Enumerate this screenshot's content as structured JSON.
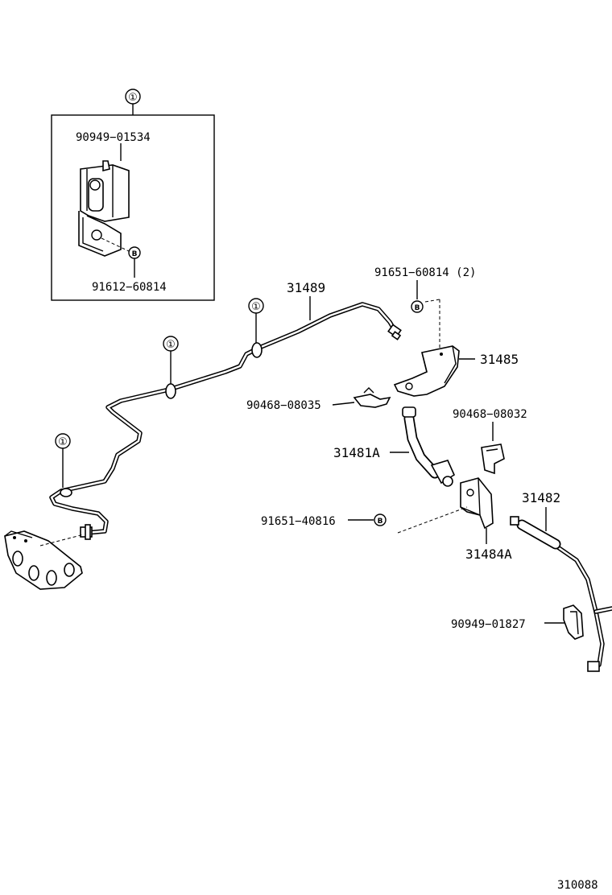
{
  "callouts": {
    "box": "①",
    "clamp_a": "①",
    "clamp_b": "①",
    "clamp_c": "①"
  },
  "labels": {
    "p_90949_01534": "90949−01534",
    "p_91612_60814": "91612−60814",
    "p_31489": "31489",
    "p_91651_60814": "91651−60814 (2)",
    "p_31485": "31485",
    "p_90468_08035": "90468−08035",
    "p_90468_08032": "90468−08032",
    "p_31481A": "31481A",
    "p_31482": "31482",
    "p_91651_40816": "91651−40816",
    "p_31484A": "31484A",
    "p_90949_01827": "90949−01827",
    "diagram_id": "310088"
  },
  "markers": {
    "b1": "B",
    "b2": "B",
    "b3": "B"
  }
}
